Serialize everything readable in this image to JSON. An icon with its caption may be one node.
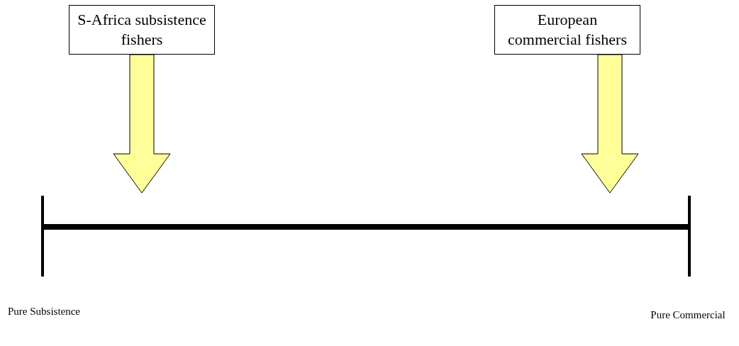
{
  "diagram": {
    "nodes": [
      {
        "text": [
          "S-Africa subsistence fishers"
        ]
      },
      {
        "text": [
          "European commercial fishers"
        ]
      },
      {
        "text": [],
        "shape": "bar"
      }
    ],
    "edges": [
      {
        "from": 0,
        "to": 2,
        "arrow": "to"
      },
      {
        "from": 1,
        "to": 2,
        "arrow": "to"
      }
    ],
    "labels": [
      "Pure Subsistence",
      "Pure Commercial"
    ]
  }
}
